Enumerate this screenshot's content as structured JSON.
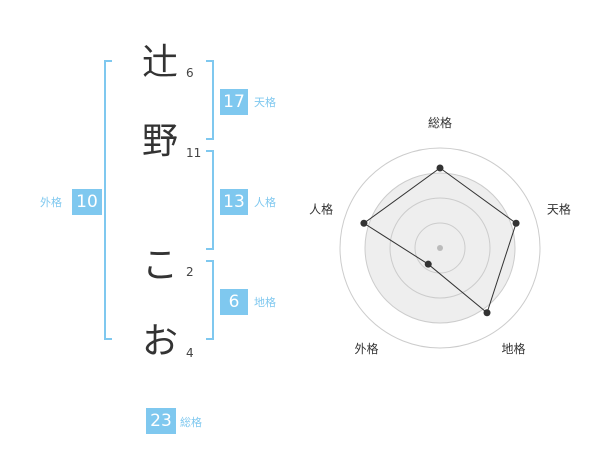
{
  "name": {
    "chars": [
      {
        "char": "辻",
        "strokes": "6"
      },
      {
        "char": "野",
        "strokes": "11"
      },
      {
        "char": "こ",
        "strokes": "2"
      },
      {
        "char": "お",
        "strokes": "4"
      }
    ]
  },
  "fortunes": {
    "tenkaku": {
      "value": "17",
      "label": "天格"
    },
    "jinkaku": {
      "value": "13",
      "label": "人格"
    },
    "chikaku": {
      "value": "6",
      "label": "地格"
    },
    "gaikaku": {
      "value": "10",
      "label": "外格"
    },
    "soukaku": {
      "value": "23",
      "label": "総格"
    }
  },
  "radar": {
    "axes": [
      "総格",
      "天格",
      "地格",
      "外格",
      "人格"
    ],
    "values": [
      0.8,
      0.8,
      0.8,
      0.2,
      0.8
    ],
    "rings": 4,
    "colors": {
      "ring": "#cccccc",
      "fill": "#eeeeee",
      "line": "#333333",
      "point": "#333333",
      "center": "#bbbbbb"
    }
  }
}
